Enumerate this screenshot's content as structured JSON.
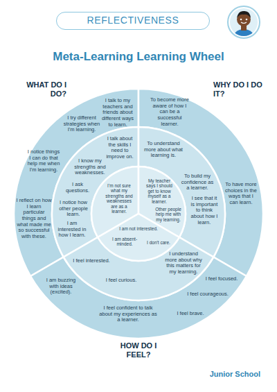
{
  "diagram": {
    "title": "Meta-Learning Learning Wheel",
    "nodes": [
      {
        "text": [
          "REFLECTIVENESS"
        ]
      },
      {
        "text": [
          "WHAT DO I DO?",
          "I talk to my teachers and friends about different ways to learn.",
          "I try different strategies when I'm learning.",
          "I notice things I can do that help me when I'm learning.",
          "I reflect on how I learn particular things and what made me so successful with these."
        ]
      },
      {
        "text": [
          "I talk about the skills I need to improve on.",
          "I know my strengths and weaknesses.",
          "I ask questions.",
          "I notice how other people learn.",
          "I am interested in how I learn."
        ]
      },
      {
        "text": [
          "I'm not sure what my strengths and weaknesses are as a learner."
        ]
      },
      {
        "text": [
          "WHY DO I DO IT?",
          "To become more aware of how I can be a successful learner.",
          "To have more choices in the ways that I can learn."
        ]
      },
      {
        "text": [
          "To understand more about what learning is.",
          "To build my confidence as a learner.",
          "I see that it is important to think about how I learn."
        ]
      },
      {
        "text": [
          "My teacher says I should get to know myself as a learner.",
          "Other people help me with my learning."
        ]
      },
      {
        "text": [
          "HOW DO I FEEL?",
          "I am buzzing with ideas (excited).",
          "I feel focused.",
          "I feel courageous.",
          "I feel confident to talk about my experiences as a learner.",
          "I feel brave."
        ]
      },
      {
        "text": [
          "I feel interested.",
          "I feel curious.",
          "I understand more about why this matters for my learning."
        ]
      },
      {
        "text": [
          "I am not interested.",
          "I am absent-minded.",
          "I don't care."
        ]
      }
    ],
    "labels": [
      "Junior School"
    ]
  }
}
